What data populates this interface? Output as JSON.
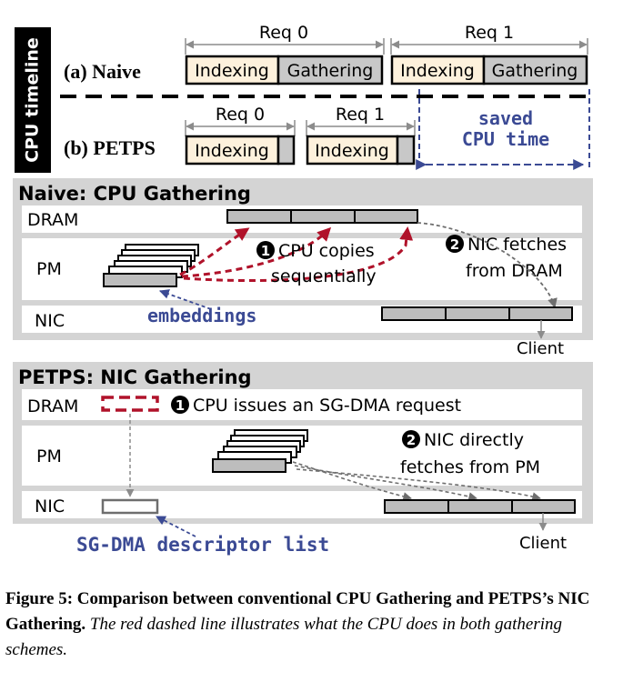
{
  "timeline": {
    "side_label": "CPU timeline",
    "naive_label": "(a) Naive",
    "petps_label": "(b) PETPS",
    "naive_req0": "Req 0",
    "naive_req1": "Req 1",
    "petps_req0": "Req 0",
    "petps_req1": "Req 1",
    "indexing": "Indexing",
    "gathering": "Gathering",
    "saved_line1": "saved",
    "saved_line2": "CPU time"
  },
  "naive_panel": {
    "title": "Naive: CPU Gathering",
    "dram": "DRAM",
    "pm": "PM",
    "nic": "NIC",
    "step1_num": "1",
    "step1_line1": "CPU copies",
    "step1_line2": "sequentially",
    "step2_num": "2",
    "step2_line1": "NIC fetches",
    "step2_line2": "from DRAM",
    "embeddings": "embeddings",
    "client": "Client"
  },
  "petps_panel": {
    "title": "PETPS: NIC Gathering",
    "dram": "DRAM",
    "pm": "PM",
    "nic": "NIC",
    "step1_num": "1",
    "step1_text": "CPU issues an SG-DMA request",
    "step2_num": "2",
    "step2_line1": "NIC directly",
    "step2_line2": "fetches from PM",
    "descriptor": "SG-DMA descriptor list",
    "client": "Client"
  },
  "caption": {
    "bold": "Figure 5: Comparison between conventional CPU Gathering and PETPS’s NIC Gathering.",
    "italic": "The red dashed line illustrates what the CPU does in both gathering schemes."
  },
  "colors": {
    "indexing_fill": "#fdf1dc",
    "gathering_fill": "#c8c8c8",
    "panel_bg": "#d4d4d4",
    "row_bg": "#ffffff",
    "red_dash": "#b0122a",
    "blue_text": "#3b4a94",
    "dim_gray": "#8c8c8c",
    "block_fill": "#bdbdbd"
  }
}
